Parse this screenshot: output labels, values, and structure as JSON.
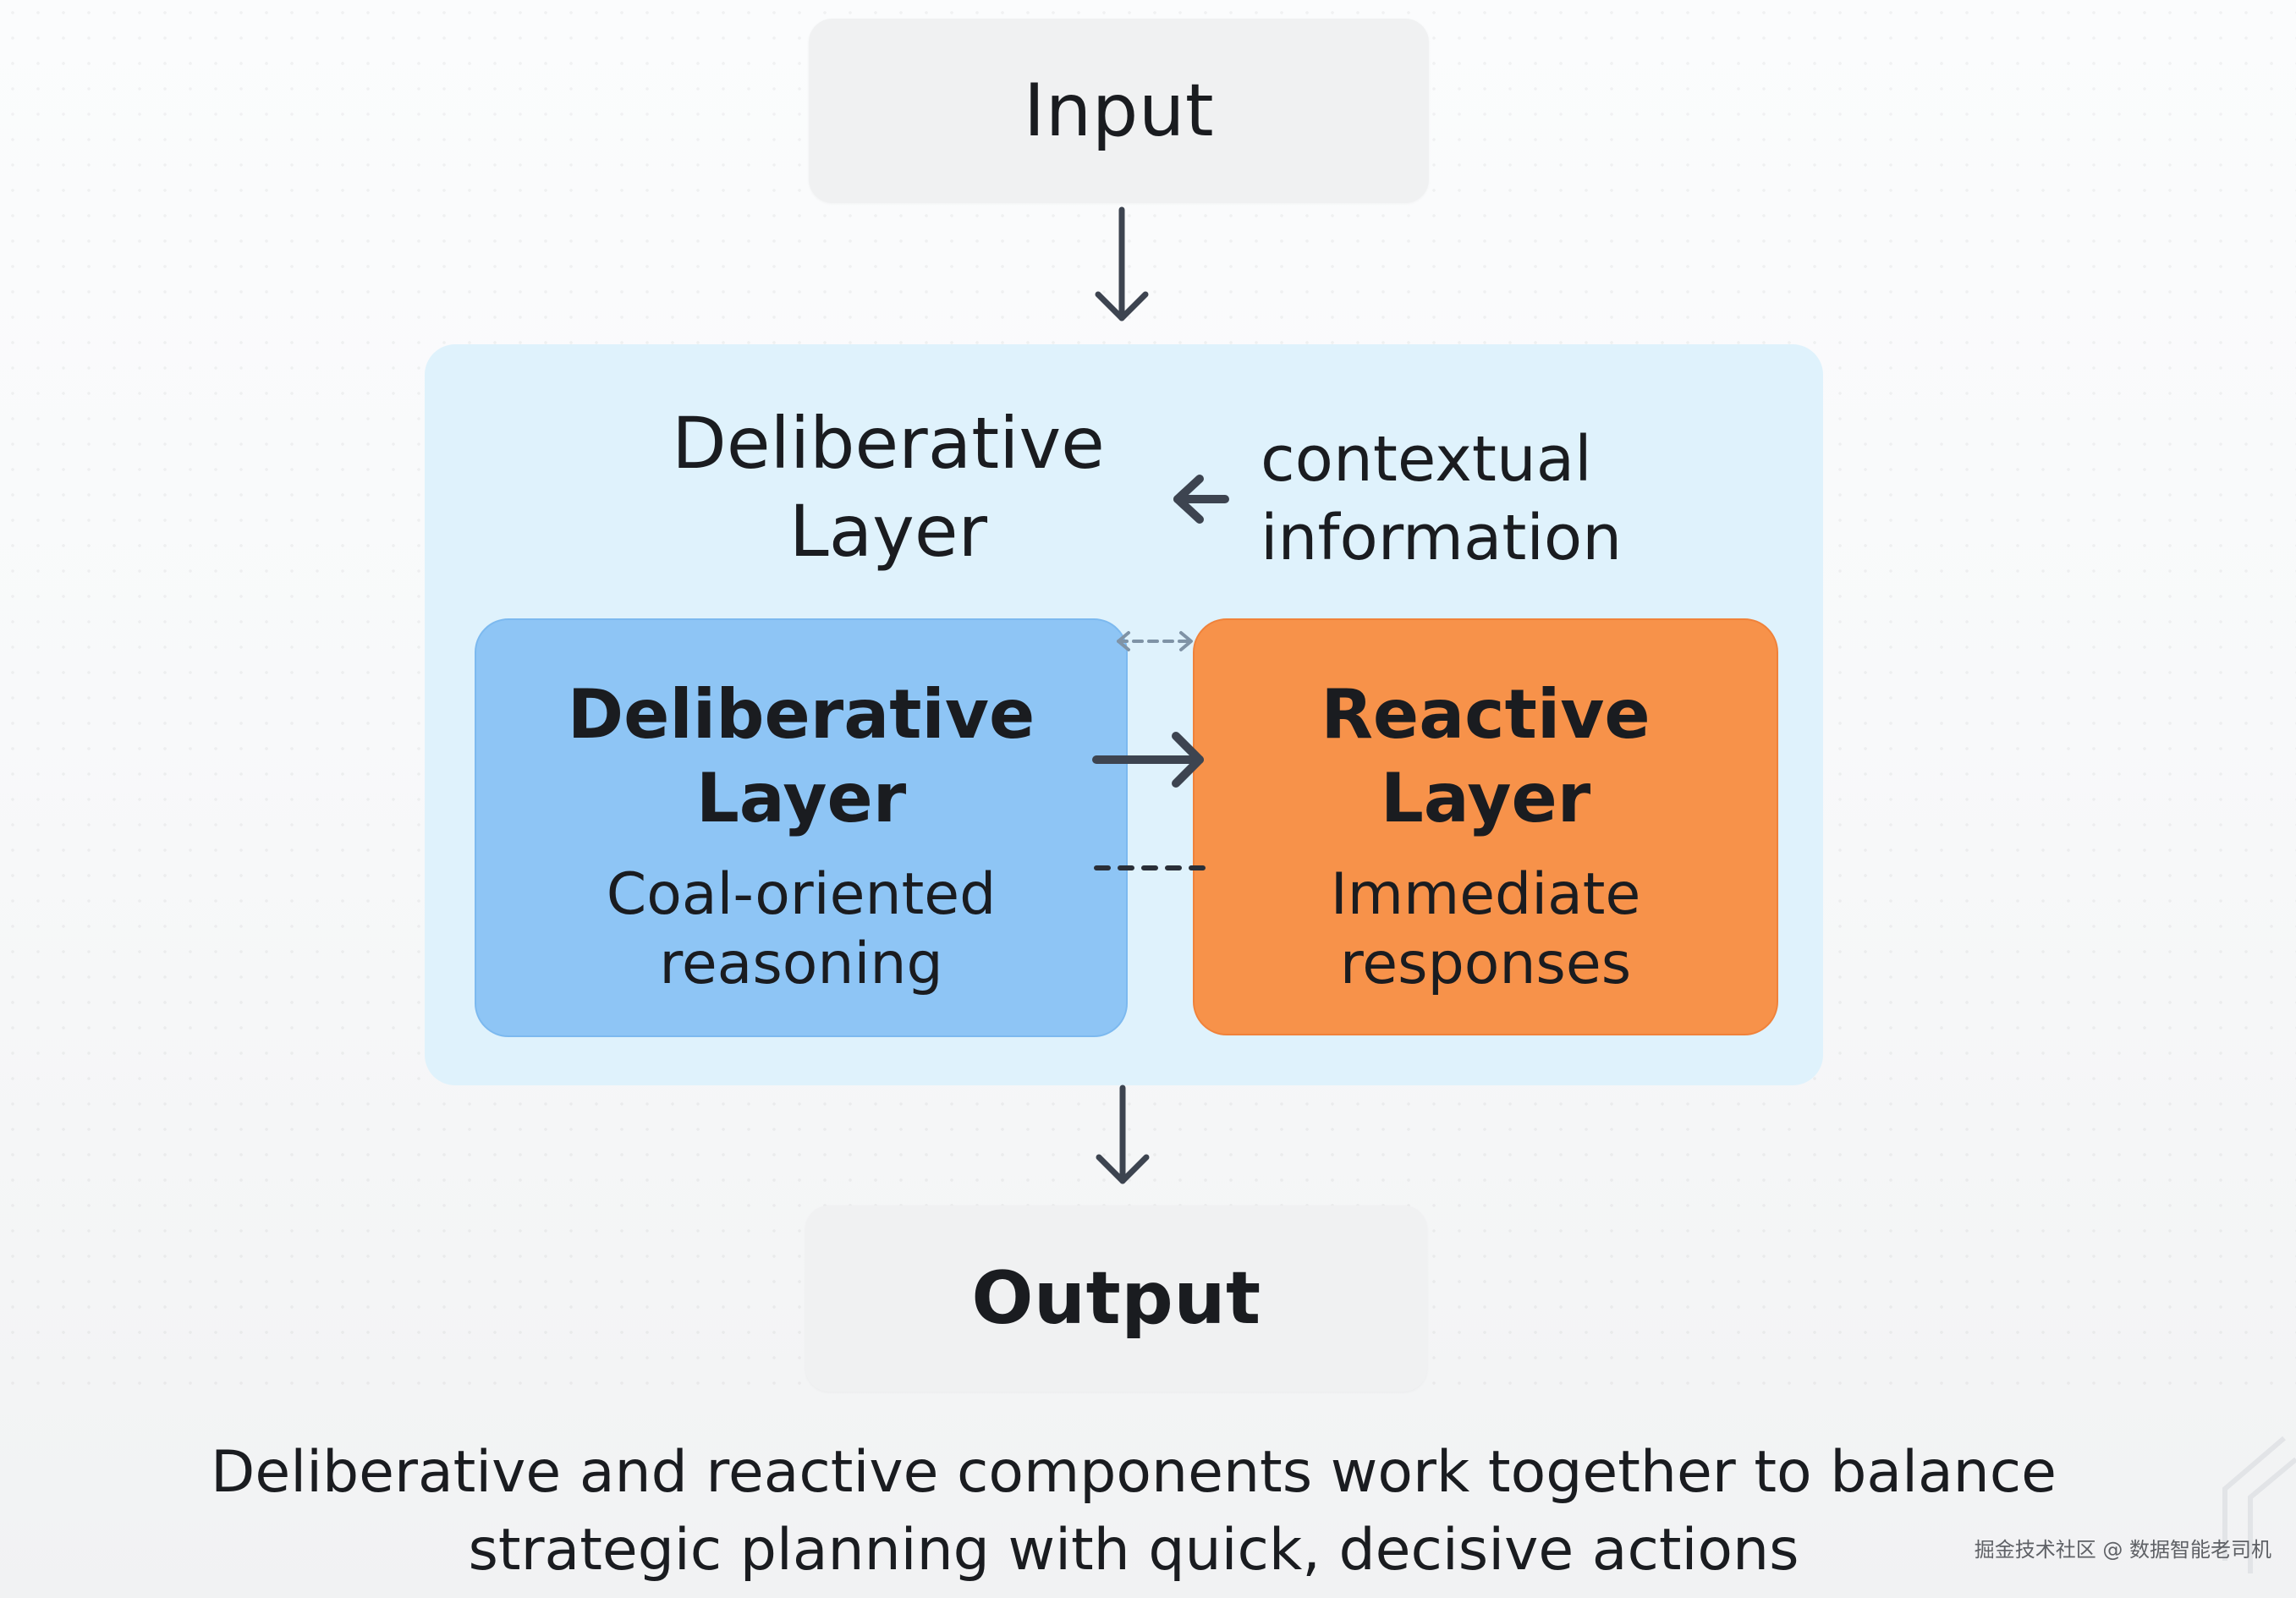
{
  "input_label": "Input",
  "output_label": "Output",
  "container": {
    "title_line1": "Deliberative",
    "title_line2": "Layer",
    "context_line1": "contextual",
    "context_line2": "information"
  },
  "deliberative": {
    "title_line1": "Deliberative",
    "title_line2": "Layer",
    "sub_line1": "Coal-oriented",
    "sub_line2": "reasoning"
  },
  "reactive": {
    "title_line1": "Reactive",
    "title_line2": "Layer",
    "sub_line1": "Immediate",
    "sub_line2": "responses"
  },
  "caption": {
    "line1": "Deliberative and reactive components work together to balance",
    "line2": "strategic planning with quick, decisive actions"
  },
  "watermark": "掘金技术社区 @ 数据智能老司机",
  "colors": {
    "container_bg": "#dff2fc",
    "deliberative_bg": "#8ec5f5",
    "reactive_bg": "#f7924a",
    "io_box_bg": "#f0f1f2",
    "arrow": "#3d4450"
  }
}
